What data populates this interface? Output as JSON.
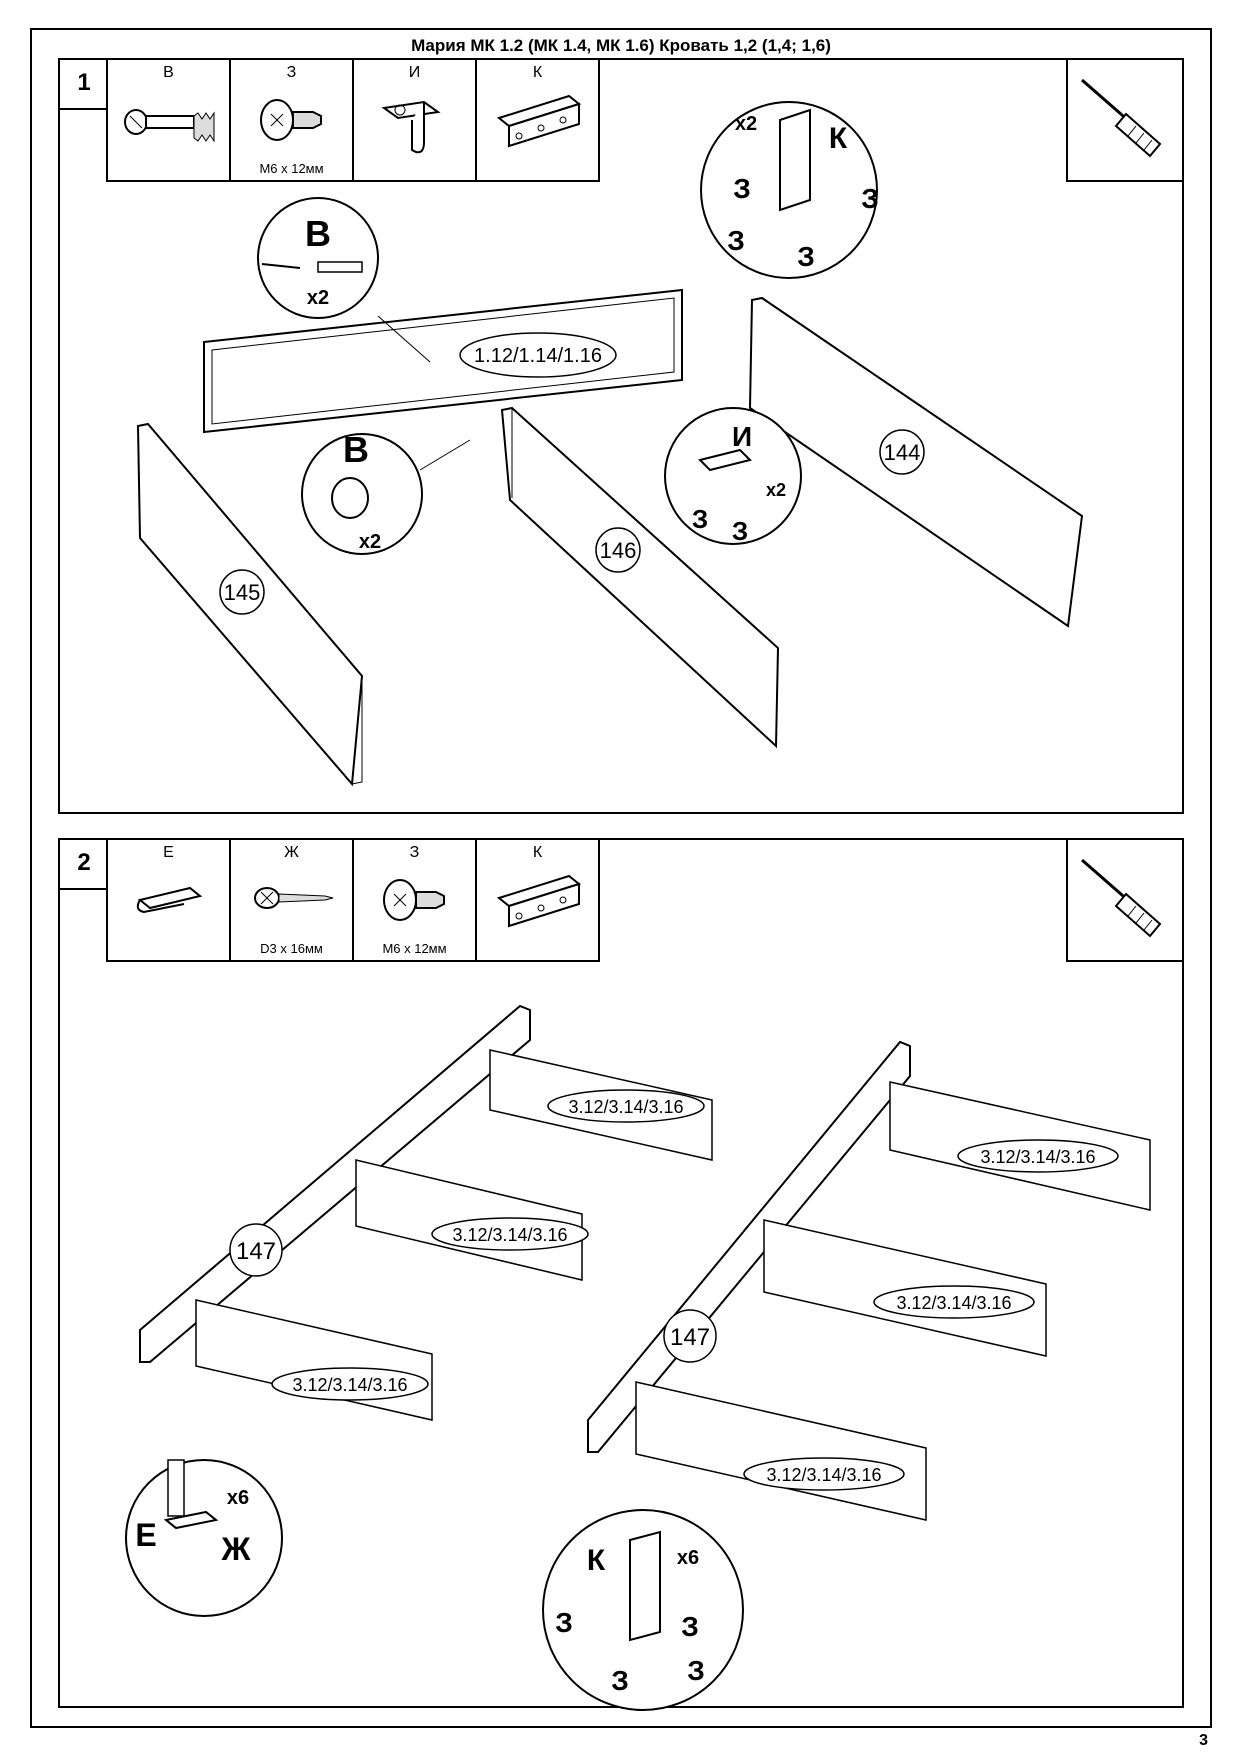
{
  "title": "Мария МК 1.2 (МК 1.4, МК 1.6)  Кровать  1,2 (1,4; 1,6)",
  "page_number": "3",
  "step1": {
    "number": "1",
    "parts": [
      {
        "letter": "В",
        "size": ""
      },
      {
        "letter": "З",
        "size": "М6 х 12мм"
      },
      {
        "letter": "И",
        "size": ""
      },
      {
        "letter": "К",
        "size": ""
      }
    ],
    "panel_headboard": "1.12/1.14/1.16",
    "panel_left": "145",
    "panel_middle": "146",
    "panel_right": "144",
    "callout_b_top": {
      "letter": "В",
      "qty": "x2"
    },
    "callout_b_bottom": {
      "letter": "В",
      "qty": "x2"
    },
    "callout_k": {
      "letter": "К",
      "qty": "x2",
      "screw": "З"
    },
    "callout_i": {
      "letter": "И",
      "qty": "x2",
      "screw": "З"
    }
  },
  "step2": {
    "number": "2",
    "parts": [
      {
        "letter": "Е",
        "size": ""
      },
      {
        "letter": "Ж",
        "size": "D3 х 16мм"
      },
      {
        "letter": "З",
        "size": "М6 х 12мм"
      },
      {
        "letter": "К",
        "size": ""
      }
    ],
    "slat_label": "3.12/3.14/3.16",
    "rail_label": "147",
    "callout_e": {
      "letter": "Е",
      "qty": "x6",
      "screw": "Ж"
    },
    "callout_k": {
      "letter": "К",
      "qty": "x6",
      "screw": "З"
    }
  }
}
